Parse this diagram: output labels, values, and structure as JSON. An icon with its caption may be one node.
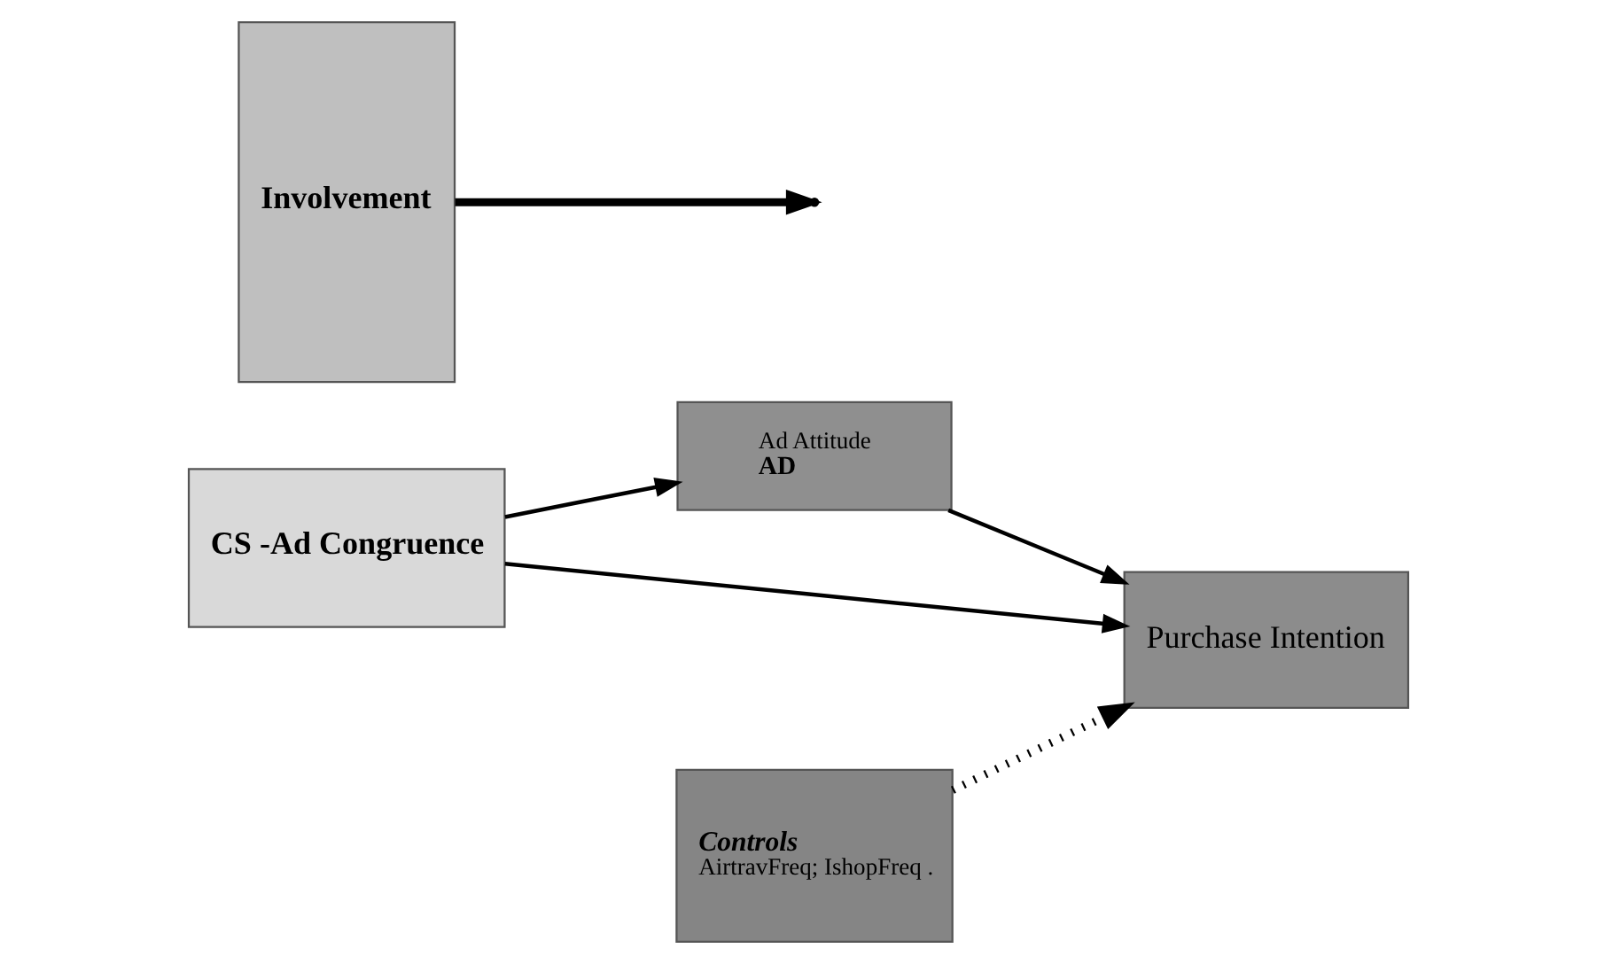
{
  "diagram": {
    "nodes": [
      {
        "text": [
          "Ad Attitude",
          "AD"
        ]
      },
      {
        "text": [
          "CS -Ad Congruence"
        ]
      },
      {
        "text": [
          "Purchase Intention"
        ]
      },
      {
        "text": [
          "Involvement"
        ]
      },
      {
        "text": [
          "Controls",
          "AirtravFreq; IshopFreq ."
        ]
      }
    ],
    "edges": [
      {
        "from": 1,
        "to": 0,
        "arrow": "to"
      },
      {
        "from": 0,
        "to": 2,
        "arrow": "to"
      },
      {
        "from": 1,
        "to": 2,
        "arrow": "to"
      },
      {
        "from": 3,
        "to": null,
        "arrow": "to",
        "style": "thick"
      },
      {
        "from": 4,
        "to": 2,
        "arrow": "to",
        "style": "dashed"
      }
    ]
  }
}
